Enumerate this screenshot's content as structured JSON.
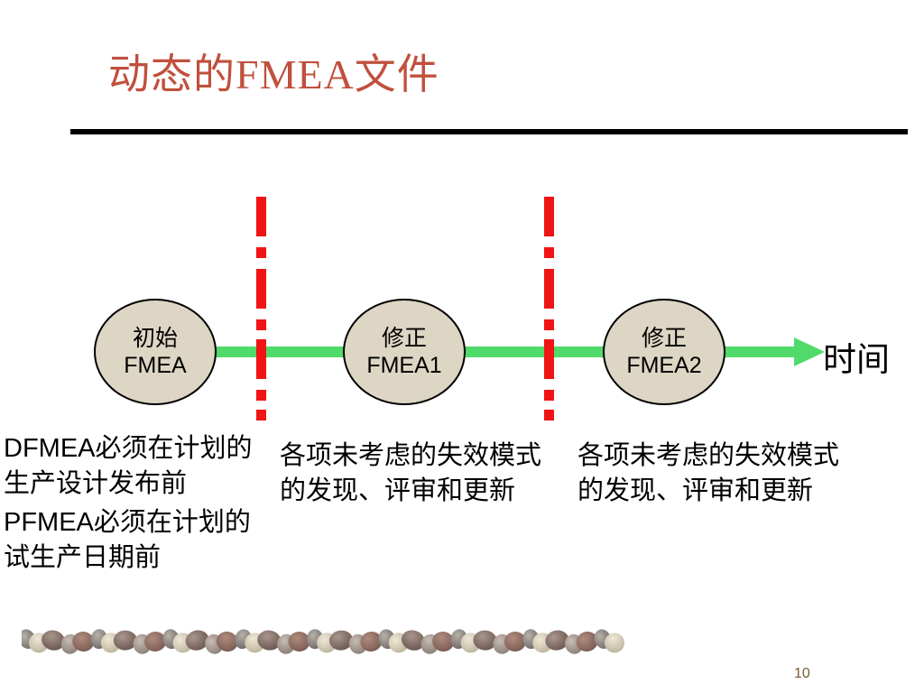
{
  "slide": {
    "title": "动态的FMEA文件",
    "title_color": "#C0503D",
    "rule_color": "#000000",
    "page_number": "10"
  },
  "timeline": {
    "axis_label": "时间",
    "line_color": "#4FDA69",
    "divider_color": "#F01414",
    "node_fill": "#DDD6C4",
    "node_stroke": "#000000",
    "nodes": [
      {
        "line1": "初始",
        "line2": "FMEA"
      },
      {
        "line1": "修正",
        "line2": "FMEA1"
      },
      {
        "line1": "修正",
        "line2": "FMEA2"
      }
    ],
    "dividers": [
      {
        "name": "divider-1"
      },
      {
        "name": "divider-2"
      }
    ]
  },
  "captions": {
    "left": {
      "block1": "DFMEA必须在计划的生产设计发布前",
      "block2": "PFMEA必须在计划的试生产日期前"
    },
    "middle": "各项未考虑的失效模式的发现、评审和更新",
    "right": "各项未考虑的失效模式的发现、评审和更新"
  },
  "decoration": {
    "pebble_strip": "pebble-row-image"
  }
}
